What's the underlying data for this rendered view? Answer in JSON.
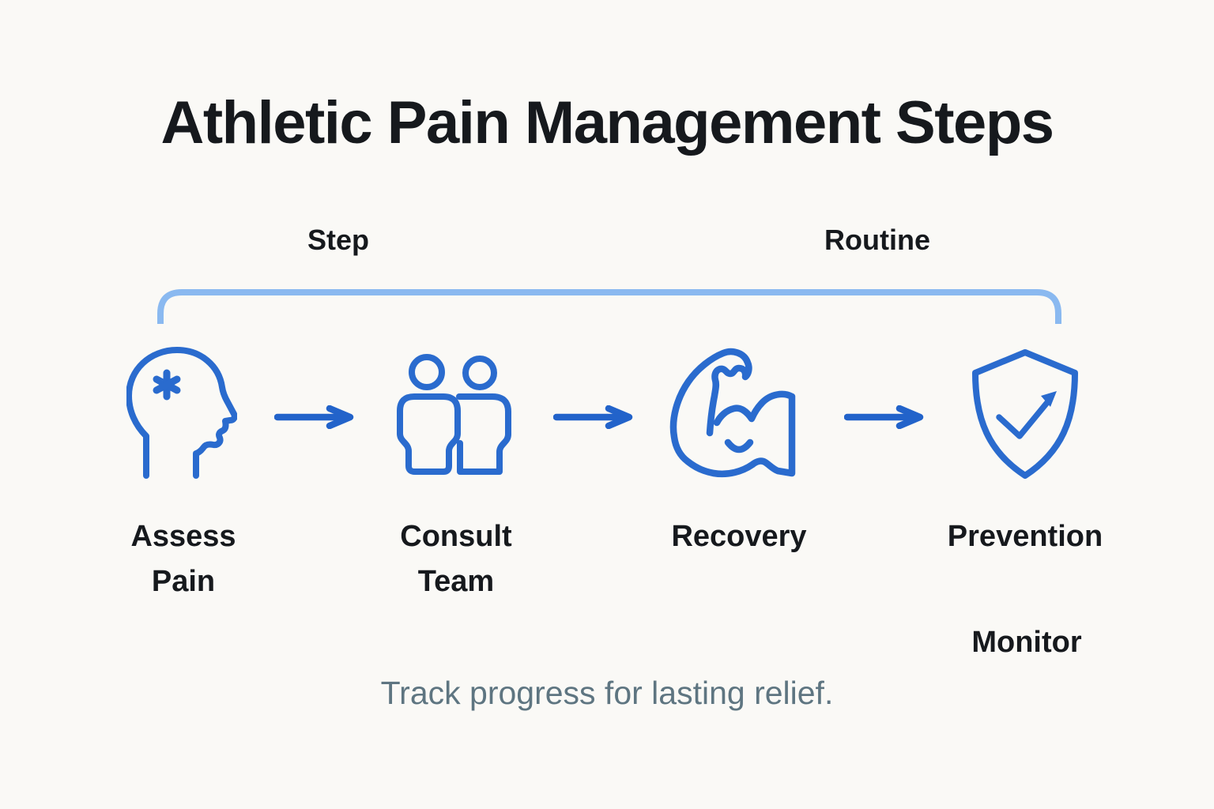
{
  "colors": {
    "background": "#faf9f6",
    "icon_blue": "#2a6bce",
    "arrow_blue": "#2263ca",
    "bracket_blue": "#8ab9f0",
    "ink": "#16191d",
    "muted_text": "#5e7581"
  },
  "header": {
    "title": "Athletic Pain Management Steps"
  },
  "bracket": {
    "left_label": "Step",
    "right_label": "Routine"
  },
  "steps": [
    {
      "icon": "head-pain-icon",
      "label_line1": "Assess",
      "label_line2": "Pain"
    },
    {
      "icon": "team-icon",
      "label_line1": "Consult",
      "label_line2": "Team"
    },
    {
      "icon": "muscle-icon",
      "label_line1": "Recovery",
      "label_line2": ""
    },
    {
      "icon": "shield-check-icon",
      "label_line1": "Prevention",
      "label_line2": ""
    }
  ],
  "annotations": {
    "monitor_label": "Monitor",
    "footer_note": "Track progress for lasting relief."
  }
}
